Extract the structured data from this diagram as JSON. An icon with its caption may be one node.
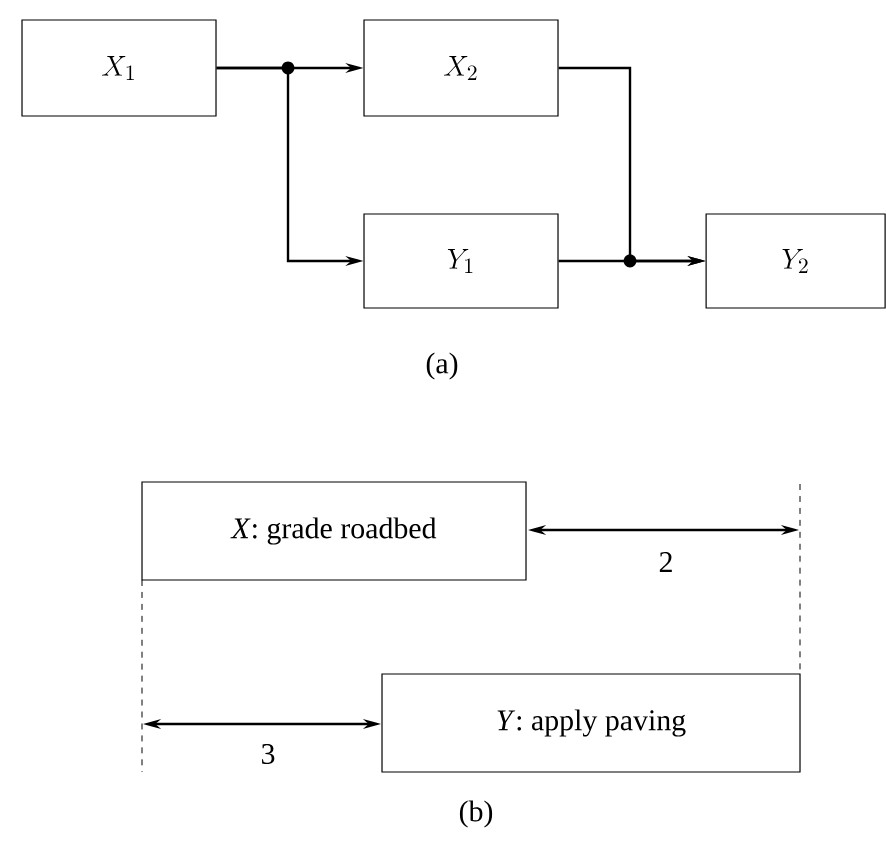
{
  "diagram": {
    "nodes": [
      {
        "text": [
          "X_1"
        ]
      },
      {
        "text": [
          "X_2"
        ]
      },
      {
        "text": [
          "Y_1"
        ]
      },
      {
        "text": [
          "Y_2"
        ]
      },
      {
        "text": [
          "*X*: grade roadbed"
        ]
      },
      {
        "text": [
          "*Y*: apply paving"
        ]
      }
    ],
    "edges": [
      {
        "from": 0,
        "to": 1,
        "arrow": "to"
      },
      {
        "from": 0,
        "to": 2,
        "arrow": "to"
      },
      {
        "from": 1,
        "to": 3,
        "arrow": "to"
      },
      {
        "from": 2,
        "to": 3,
        "arrow": "to"
      }
    ],
    "labels": [
      "(a)",
      "2",
      "3",
      "(b)"
    ]
  }
}
